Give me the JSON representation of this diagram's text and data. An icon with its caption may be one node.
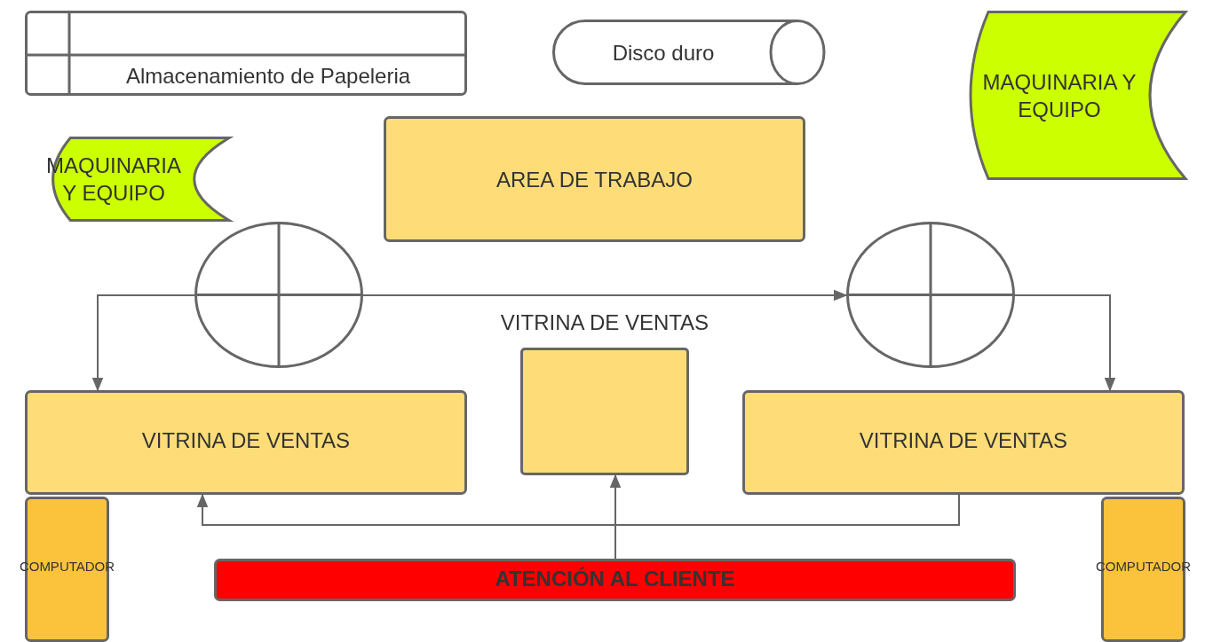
{
  "diagram": {
    "nodes": [
      {
        "text": [
          "Almacenamiento de Papeleria"
        ]
      },
      {
        "text": [
          "Disco duro"
        ]
      },
      {
        "text": [
          "MAQUINARIA Y EQUIPO"
        ]
      },
      {
        "text": [
          "MAQUINARIA Y EQUIPO"
        ]
      },
      {
        "text": [
          "AREA DE TRABAJO"
        ]
      },
      {
        "text": [],
        "shape": "circle"
      },
      {
        "text": [],
        "shape": "circle"
      },
      {
        "text": [
          "VITRINA DE VENTAS"
        ]
      },
      {
        "text": [
          "VITRINA DE VENTAS"
        ]
      },
      {
        "text": [
          "VITRINA DE VENTAS"
        ]
      },
      {
        "text": [
          "COMPUTADOR"
        ]
      },
      {
        "text": [
          "ATENCIÓN AL CLIENTE"
        ]
      },
      {
        "text": [
          "COMPUTADOR"
        ]
      }
    ],
    "edges": [
      {
        "from": 5,
        "to": 7,
        "arrow": "to"
      },
      {
        "from": 5,
        "to": 6,
        "arrow": "to"
      },
      {
        "from": 6,
        "to": 9,
        "arrow": "to"
      },
      {
        "from": 9,
        "to": 7,
        "arrow": "to"
      },
      {
        "from": 11,
        "to": 8,
        "arrow": "to"
      }
    ]
  }
}
